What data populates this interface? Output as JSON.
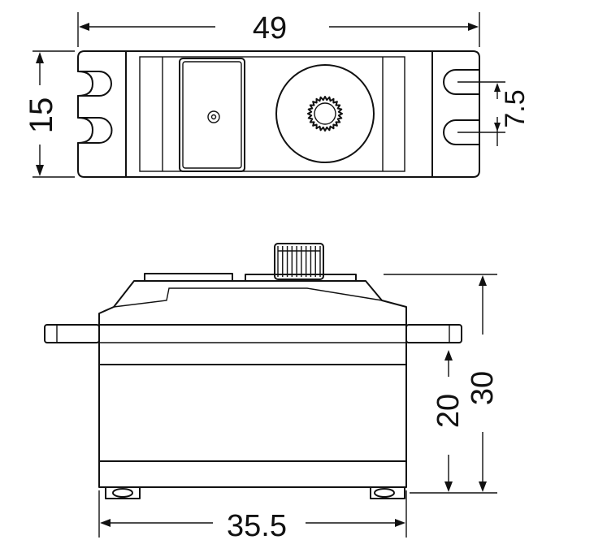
{
  "dimensions": {
    "width": "49",
    "height_top": "15",
    "hole_spacing": "7.5",
    "length": "35.5",
    "body_height": "20",
    "total_height": "30"
  },
  "colors": {
    "line": "#111111",
    "background": "#ffffff"
  }
}
